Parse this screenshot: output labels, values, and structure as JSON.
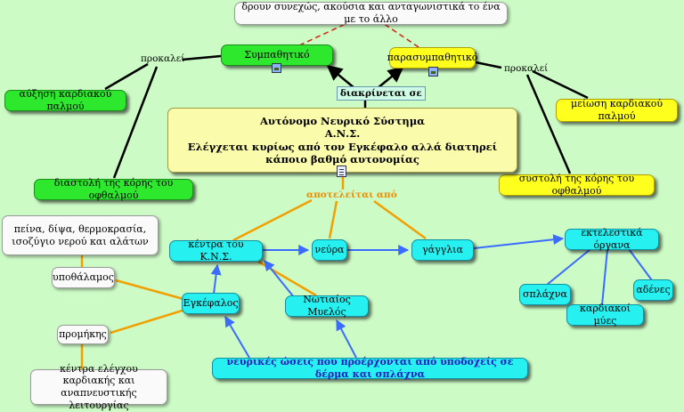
{
  "colors": {
    "background": "#cdfbc6",
    "green_node": "#2ee82e",
    "yellow_node": "#ffff1e",
    "central_node": "#fbfbac",
    "cyan_node": "#26f0f0",
    "orange_link": "#f0a000",
    "blue_link": "#3c6cff",
    "black_link": "#000000",
    "red_dashed_link": "#d02010"
  },
  "nodes": {
    "top_note": "δρουν συνεχώς, ακούσια και  ανταγωνιστικά το ένα με το άλλο",
    "sympathetic": "Συμπαθητικό",
    "parasympathetic": "παρασυμπαθητικό",
    "central_title": "Αυτόνομο Νευρικό Σύστημα",
    "central_abbr": "Α.Ν.Σ.",
    "central_desc": "Ελέγχεται κυρίως από τον Εγκέφαλο αλλά διατηρεί κάποιο βαθμό αυτονομίας",
    "heart_increase": "αύξηση καρδιακού παλμού",
    "pupil_dilation": "διαστολή της κόρης του οφθαλμού",
    "heart_decrease": "μείωση καρδιακού παλμού",
    "pupil_constriction": "συστολή της κόρης του οφθαλμού",
    "cns_centers": "κέντρα του Κ.Ν.Σ.",
    "nerves": "νεύρα",
    "ganglia": "γάγγλια",
    "effectors": "εκτελεστικά όργανα",
    "viscera": "σπλάχνα",
    "glands": "αδένες",
    "heart_muscles": "καρδιακοί μύες",
    "brain": "Εγκέφαλος",
    "spinal_cord": "Νωτιαίος Μυελός",
    "hypothalamus_functions": "πείνα, δίψα, θερμοκρασία, ισοζύγιο νερού και αλάτων",
    "hypothalamus": "υποθάλαμος",
    "medulla": "προμήκης",
    "medulla_functions": "κέντρα ελέγχου καρδιακής και αναπνευστικής λειτουργίας",
    "impulses": "νευρικές ώσεις που προέρχονται από υποδοχείς σε δέρμα και σπλάχνα"
  },
  "links": {
    "causes_left": "προκαλεί",
    "causes_right": "προκαλεί",
    "divided_into": "διακρίνεται σε",
    "consists_of": "αποτελείται από"
  }
}
